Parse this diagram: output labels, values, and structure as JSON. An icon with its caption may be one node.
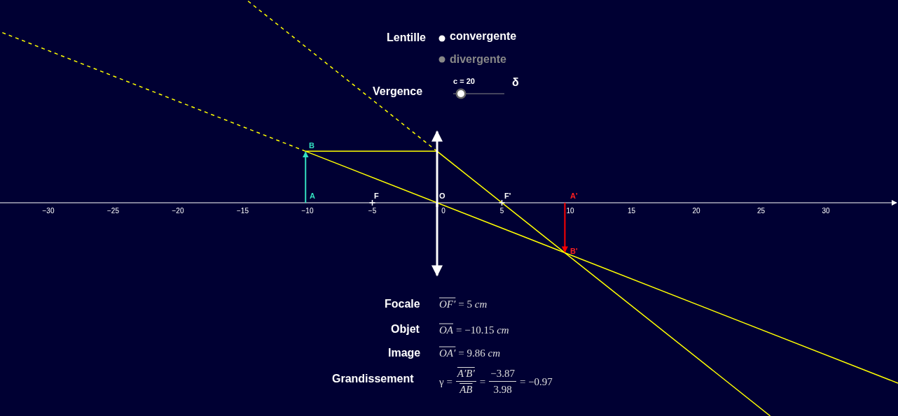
{
  "diagram": {
    "labels": [
      "Lentille",
      "convergente",
      "divergente",
      "Vergence",
      "c = 20",
      "δ",
      "B",
      "A",
      "F",
      "O",
      "F'",
      "A'",
      "B'",
      "−30",
      "−25",
      "−20",
      "−15",
      "−10",
      "−5",
      "0",
      "5",
      "10",
      "15",
      "20",
      "25",
      "30",
      "Focale",
      "OF′",
      "= 5 *cm*",
      "Objet",
      "OA",
      "= −10.15 *cm*",
      "Image",
      "OA′",
      "= 9.86 *cm*",
      "Grandissement",
      "γ =",
      "A′B′",
      "AB",
      "=",
      "−3.87",
      "3.98",
      "= −0.97"
    ]
  }
}
